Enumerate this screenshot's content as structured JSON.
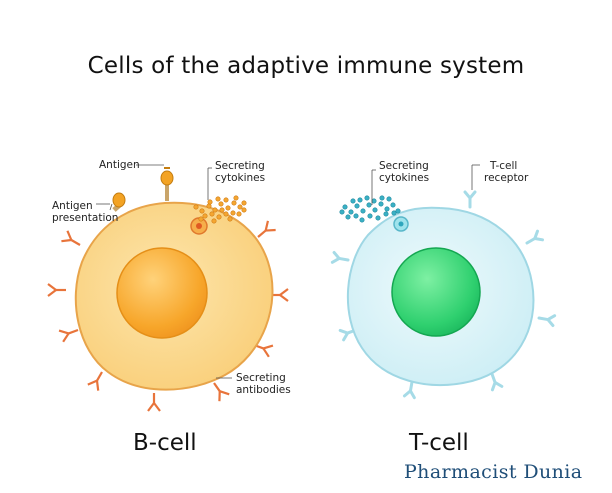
{
  "title": "Cells of the adaptive immune system",
  "b_cell": {
    "name": "B-cell",
    "labels": {
      "antigen": "Antigen",
      "antigen_presentation_1": "Antigen",
      "antigen_presentation_2": "presentation",
      "secreting_cytokines_1": "Secreting",
      "secreting_cytokines_2": "cytokines",
      "secreting_antibodies_1": "Secreting",
      "secreting_antibodies_2": "antibodies"
    }
  },
  "t_cell": {
    "name": "T-cell",
    "labels": {
      "secreting_cytokines_1": "Secreting",
      "secreting_cytokines_2": "cytokines",
      "receptor_1": "T-cell",
      "receptor_2": "receptor"
    }
  },
  "watermark": "Pharmacist Dunia",
  "colors": {
    "b_cell_fill": "#fbd98c",
    "b_nucleus": "#f6a623",
    "antibody": "#e8743b",
    "t_cell_fill": "#d5f1f6",
    "t_nucleus": "#2fcf6f",
    "receptor": "#a6dbe7",
    "brand": "#1f4e78"
  }
}
